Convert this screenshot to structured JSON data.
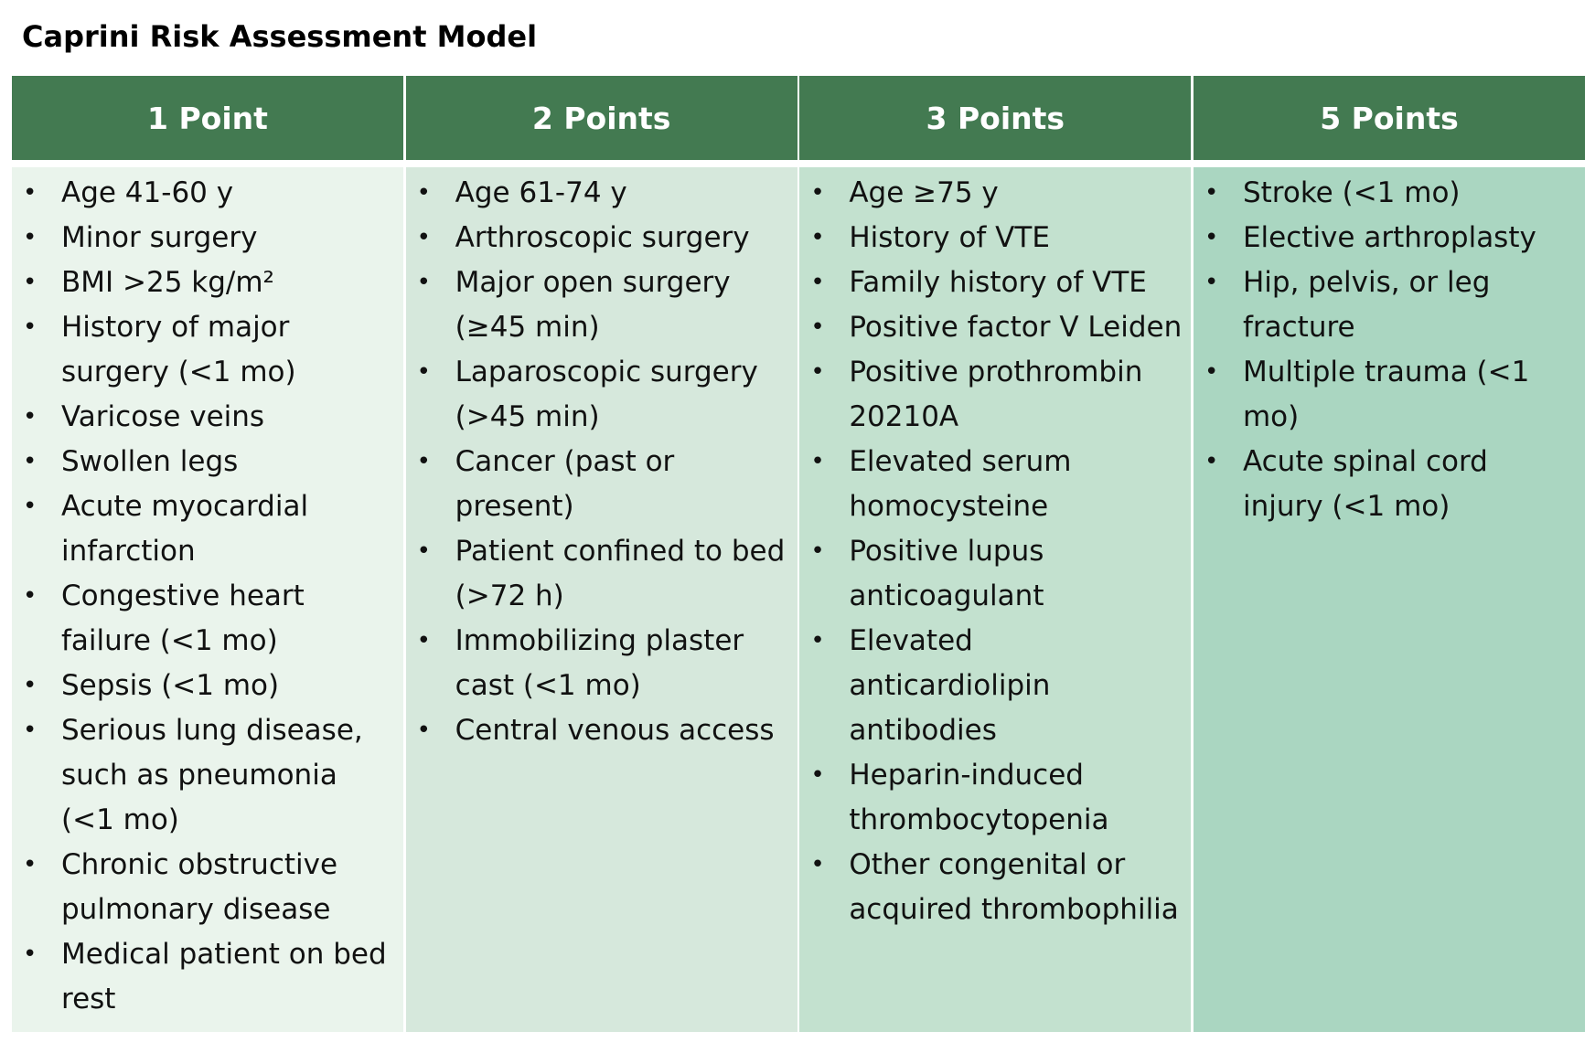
{
  "title": "Caprini Risk Assessment Model",
  "colors": {
    "header_bg": "#437a51",
    "header_text": "#ffffff",
    "col1_bg": "#eaf4ec",
    "col2_bg": "#d6e8dc",
    "col3_bg": "#c3e1cf",
    "col4_bg": "#aad6c1"
  },
  "columns": [
    {
      "header": "1 Point",
      "items": [
        "Age 41-60 y",
        "Minor surgery",
        "BMI >25 kg/m²",
        "History of major surgery (<1 mo)",
        "Varicose veins",
        "Swollen legs",
        "Acute myocardial infarction",
        "Congestive heart failure (<1 mo)",
        "Sepsis (<1 mo)",
        "Serious lung disease, such as pneumonia (<1 mo)",
        "Chronic obstructive pulmonary disease",
        "Medical patient on bed rest"
      ]
    },
    {
      "header": "2 Points",
      "items": [
        "Age 61-74 y",
        "Arthroscopic surgery",
        "Major open surgery (≥45 min)",
        "Laparoscopic surgery (>45 min)",
        "Cancer (past or present)",
        "Patient confined to bed (>72 h)",
        "Immobilizing plaster cast (<1 mo)",
        "Central venous access"
      ]
    },
    {
      "header": "3 Points",
      "items": [
        "Age ≥75 y",
        "History of VTE",
        "Family history of VTE",
        "Positive factor V Leiden",
        "Positive prothrombin 20210A",
        "Elevated serum homocysteine",
        "Positive lupus anticoagulant",
        "Elevated anticardiolipin antibodies",
        "Heparin-induced thrombocytopenia",
        "Other congenital or acquired thrombophilia"
      ]
    },
    {
      "header": "5 Points",
      "items": [
        "Stroke (<1 mo)",
        "Elective arthroplasty",
        "Hip, pelvis, or leg fracture",
        "Multiple trauma (<1 mo)",
        "Acute spinal cord injury (<1 mo)"
      ]
    }
  ]
}
